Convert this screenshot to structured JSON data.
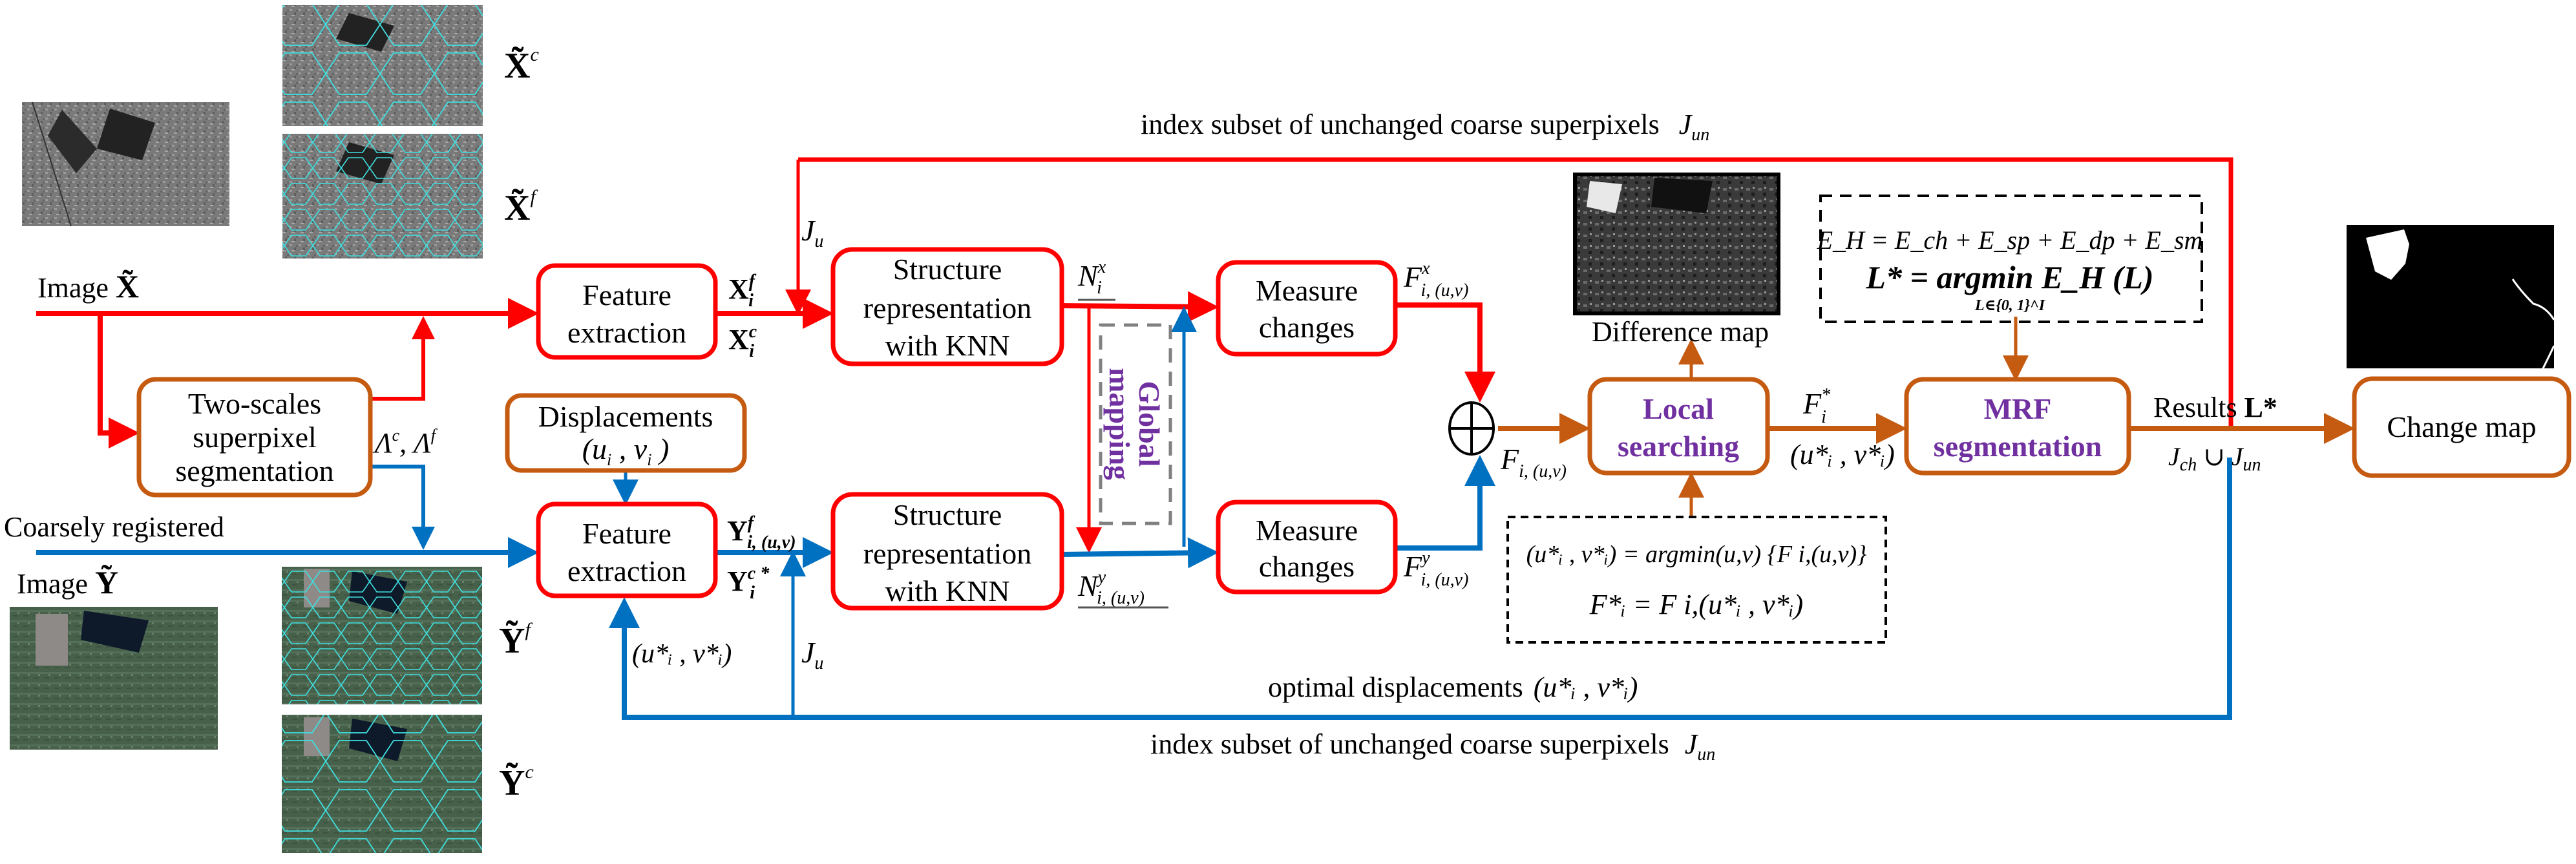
{
  "colors": {
    "x_branch": "#FF0000",
    "y_branch": "#0070C0",
    "process": "#C55A11",
    "highlight_text": "#7030A0",
    "dashed": "#808080",
    "superpixel_edges": "#3FE0E0"
  },
  "inputs": {
    "image_x_label": "Image",
    "image_x_symbol": "X̃",
    "image_y_prefix": "Coarsely registered",
    "image_y_label": "Image",
    "image_y_symbol": "Ỹ",
    "x_coarse_label": "X̃",
    "x_coarse_sup": "c",
    "x_fine_label": "X̃",
    "x_fine_sup": "f",
    "y_fine_label": "Ỹ",
    "y_fine_sup": "f",
    "y_coarse_label": "Ỹ",
    "y_coarse_sup": "c"
  },
  "boxes": {
    "two_scales": [
      "Two-scales",
      "superpixel",
      "segmentation"
    ],
    "displacements": [
      "Displacements",
      "(u",
      "i",
      " , v",
      "i",
      " )"
    ],
    "feature_x": [
      "Feature",
      "extraction"
    ],
    "feature_y": [
      "Feature",
      "extraction"
    ],
    "structure_x": [
      "Structure",
      "representation",
      "with KNN"
    ],
    "structure_y": [
      "Structure",
      "representation",
      "with KNN"
    ],
    "measure_x": [
      "Measure",
      "changes"
    ],
    "measure_y": [
      "Measure",
      "changes"
    ],
    "global_mapping": [
      "Global",
      "mapping"
    ],
    "local_searching": [
      "Local",
      "searching"
    ],
    "mrf": [
      "MRF",
      "segmentation"
    ],
    "change_map": "Change map"
  },
  "labels": {
    "lambda": "Λ",
    "lambda_c": "c",
    "lambda_f": "f",
    "xf": "X",
    "xf_sub": "i",
    "xf_sup": "f",
    "xc": "X",
    "xc_sub": "i",
    "xc_sup": "c",
    "yf": "Y",
    "yf_sub": "i, (u,v)",
    "yf_sup": "f",
    "yc": "Y",
    "yc_sub": "i",
    "yc_sup": "c *",
    "nx": "N",
    "nx_sub": "i",
    "nx_sup": "x",
    "ny": "N",
    "ny_sub": "i, (u,v)",
    "ny_sup": "y",
    "fx": "F",
    "fx_sub": "i, (u,v)",
    "fx_sup": "x",
    "fy": "F",
    "fy_sub": "i, (u,v)",
    "fy_sup": "y",
    "f_sum": "F",
    "f_sum_sub": "i, (u,v)",
    "f_star": "F",
    "f_star_sub": "i",
    "f_star_sup": "*",
    "uv_star": "(u*ᵢ , v*ᵢ)",
    "j_u": "J",
    "j_u_sub": "u",
    "results": "Results",
    "l_star": "L*",
    "j_union": "J",
    "j_union_ch": "ch",
    "j_union_mid": " ∪ J",
    "j_union_un": "un",
    "difference_map": "Difference map",
    "top_feedback": "index subset of unchanged coarse superpixels",
    "top_feedback_sym": "J",
    "top_feedback_sub": "un",
    "optimal_disp": "optimal displacements",
    "optimal_disp_sym": "(u*ᵢ , v*ᵢ)",
    "bottom_feedback": "index subset of unchanged coarse superpixels",
    "bottom_feedback_sym": "J",
    "bottom_feedback_sub": "un"
  },
  "equations": {
    "energy_1": "E_H = E_ch + E_sp + E_dp + E_sm",
    "energy_2": "L* = argmin E_H (L)",
    "energy_2_sub": "L∈{0, 1}^I",
    "search_1": "(u*ᵢ , v*ᵢ) = argmin(u,v) {F i,(u,v)}",
    "search_2": "F*ᵢ = F i,(u*ᵢ , v*ᵢ)"
  }
}
